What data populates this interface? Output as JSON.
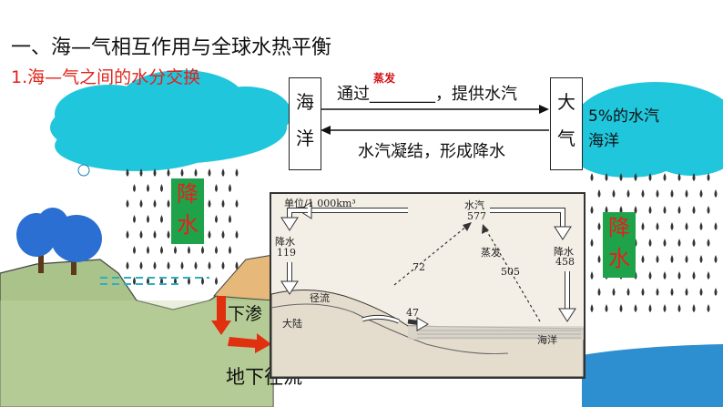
{
  "title": "一、海—气相互作用与全球水热平衡",
  "subtitle": "1.海—气之间的水分交换",
  "exchange": {
    "sea_char1": "海",
    "sea_char2": "洋",
    "air_char1": "大",
    "air_char2": "气",
    "evaporation_text": "通过________，提供水汽",
    "evaporation_fill": "蒸发",
    "condensation_text": "水汽凝结，形成降水"
  },
  "labels": {
    "rain_left_1": "降",
    "rain_left_2": "水",
    "rain_right_1": "降",
    "rain_right_2": "水",
    "cloud_right_line1": "5%的水汽",
    "cloud_right_line2": "海洋",
    "infiltration": "下渗",
    "underground_runoff": "地下径流"
  },
  "inset": {
    "unit": "单位/1 000km³",
    "vapor_label": "水汽",
    "vapor_value": "577",
    "land_precip_label": "降水",
    "land_precip_value": "119",
    "ocean_precip_label": "降水",
    "ocean_precip_value": "458",
    "evap_label": "蒸发",
    "land_evap_value": "72",
    "ocean_evap_value": "505",
    "runoff_label": "径流",
    "runoff_value": "47",
    "land_label": "大陆",
    "ocean_label": "海洋"
  },
  "colors": {
    "cloud": "#1fc6dc",
    "rain_tag_bg": "#1fa34a",
    "rain_tag_text": "#e61f1f",
    "ground": "#a9c38a",
    "ocean_water": "#2e8fd0",
    "tree": "#2a6fd1",
    "arrow_red": "#e0300f"
  }
}
